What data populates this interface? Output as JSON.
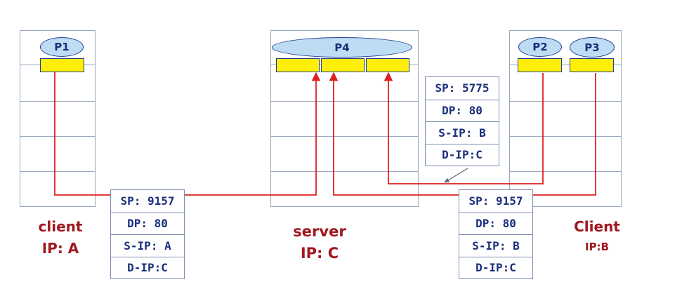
{
  "hosts": {
    "client_a": {
      "name": "client",
      "ip": "IP: A",
      "process": "P1"
    },
    "server": {
      "name": "server",
      "ip": "IP: C",
      "process": "P4"
    },
    "client_b": {
      "name": "Client",
      "ip": "IP:B",
      "processes": [
        "P2",
        "P3"
      ]
    }
  },
  "headers": {
    "client_a_to_server": {
      "sp": "SP: 9157",
      "dp": "DP: 80",
      "sip": "S-IP: A",
      "dip": "D-IP:C"
    },
    "p2_to_server": {
      "sp": "SP: 5775",
      "dp": "DP: 80",
      "sip": "S-IP: B",
      "dip": "D-IP:C"
    },
    "p3_to_server": {
      "sp": "SP: 9157",
      "dp": "DP: 80",
      "sip": "S-IP: B",
      "dip": "D-IP:C"
    }
  },
  "colors": {
    "connection": "#e02020",
    "socket": "#ffee0a",
    "process": "#bfdcf5",
    "label": "#a01820",
    "header_text": "#1a2f7a"
  }
}
